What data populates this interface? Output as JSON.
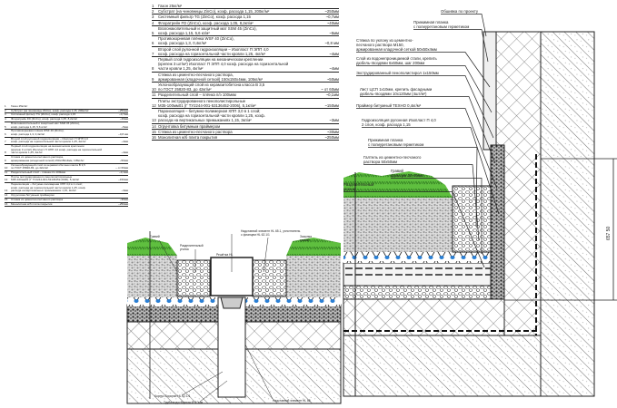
{
  "legend": [
    {
      "n": "1",
      "text": "Газон 25кг/м²",
      "value": ""
    },
    {
      "n": "2",
      "text": "Субстрат (на чиновницы ZinCo), коэф. расхода 1,15, 200кг/м²",
      "value": "~250мм"
    },
    {
      "n": "3",
      "text": "Системный фильтр TG (ZinCo), коэф. расхода 1,15",
      "value": "~0,7мм"
    },
    {
      "n": "4",
      "text": "Флоратрейн FD (ZinCo), коэф. расхода 1,05, 8,2кг/м²",
      "value": "~40мм"
    },
    {
      "n": "5",
      "text": "Влагонакопительный и защитный мат SSM 45 (ZinCo),\nкоэф. расхода 1,15, 5,6 кг/м²",
      "value": "~5мм"
    },
    {
      "n": "6",
      "text": "Противокорневая плёнка WSF 40 (ZinCo),\nкоэф. расхода 1,3, 0,4кг/м²",
      "value": "~0,8 мм"
    },
    {
      "n": "7",
      "text": "Второй слой рулонной гидроизоляции – Изопласт П ЭПП 4,0\nкоэф. расхода на горизонтальной части кровли 1,25, 4кг/м²",
      "value": "~4мм"
    },
    {
      "n": "8",
      "text": "Первый слой гидроизоляции на механическом креплении\n(крепеж 3 шт/м²) Изопласт П ЭПП 4,0 коэф. расхода на горизонтальной\nчасти кровли 1,25, 4кг/м²",
      "value": "~4мм"
    },
    {
      "n": "9",
      "text": "Стяжка из цементно-песчаного раствора,\nармированная (кладочной сеткой) 150х150х4мм, 105кг/м²",
      "value": "~50мм"
    },
    {
      "n": "10",
      "text": "Уклонообразующий слой из керамзитобетона класса В 3,5\nпо ГОСТ 25820-83, до 42кг/м²",
      "value": "~ от 60мм"
    },
    {
      "n": "11",
      "text": "Разделительный слой – плёнка п/э 100мкм",
      "value": "~0,1мм"
    },
    {
      "n": "12",
      "text": "Плиты экструдированного пенополистирольные\nМ35-100мм01 (Г ТУ2244-001-53136452-2006), 5,1кг/м²",
      "value": "~150мм"
    },
    {
      "n": "13",
      "text": "Пароизоляция – битумно-полимерная ХПП 3,0 в 1 слой;\nкоэф. расхода на горизонтальной части кровли 1,25, коэф.\nрасхода на вертикальных примыканиях 1,15, 3кг/м²",
      "value": "~3мм"
    },
    {
      "n": "14",
      "text": "Огрунтовка битумным праймером",
      "value": ""
    },
    {
      "n": "15",
      "text": "Стяжка из цементно-песчаного раствора",
      "value": "~30мм"
    },
    {
      "n": "16",
      "text": "Монолитная ж/б плита покрытия",
      "value": "~250мм"
    }
  ],
  "right_callouts": [
    "Обшивка по проекту",
    "Прижимная планка\nс полиуретановым герметиком",
    "Стяжка по уклону из цементно-\nпесчаного раствора М150,\nармированная кладочной сеткой 50х50х4мм",
    "Слой из водонепроницаемой стали, крепить\nдюбель-гвоздями 6х60мм, шаг 200мм",
    "Экструдированный пенополистирол 1х150мм",
    "Лист ЦСП 1х10мм, крепить фасадными\nдюбель-гвоздями 10х120мм (4шт/м²)",
    "Праймер битумный ТЕХНО 0,4кг/м²",
    "Гидроизоляция рулонная Изопласт П 4,0\n2 слоя, коэф. расхода 1,15",
    "Прижимная планка\nс полиуретановым герметиком",
    "Галтель из цементно-песчаного\nраствора 50х50мм",
    "Гравий\nфракции 20-40мм",
    "Разделительный\nуголок"
  ],
  "dimension": "657 50",
  "drain_callouts": {
    "gravel": "Гравий",
    "separator": "Разделительный\nуголок",
    "sand": "Засыпка\nгравий",
    "grate": "Решётка HL",
    "cap": "Надставной элемент HL 65.1, уплотнитель\nс фланцем HL 62.1/1",
    "body": "Корпус Воронки HL 62.1/1",
    "pipe": "Труба водосборная Ø110мм",
    "extension": "Надставной элемент HL 65"
  },
  "colors": {
    "grass": "#5fbf3f",
    "drain": "#2a7fd4",
    "line": "#222222"
  }
}
